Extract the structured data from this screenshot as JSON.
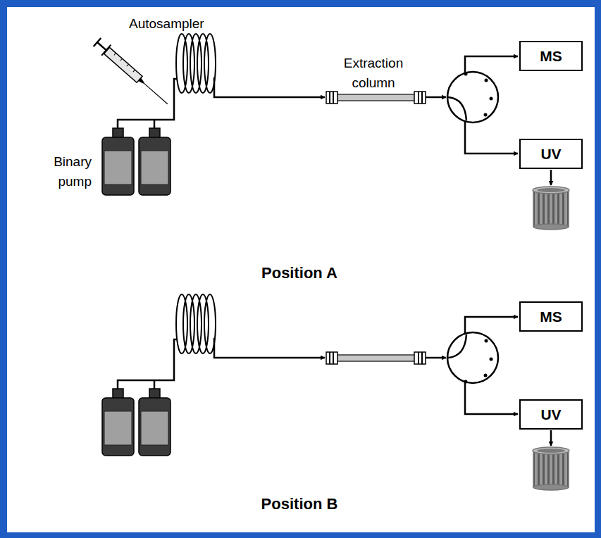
{
  "diagram": {
    "nodes": [
      {
        "text": [
          "MS"
        ]
      },
      {
        "text": [
          "UV"
        ]
      },
      {
        "text": [
          "MS"
        ]
      },
      {
        "text": [
          "UV"
        ]
      }
    ],
    "labels": [
      "Autosampler",
      "Extraction column",
      "Binary pump",
      "Position A",
      "Position B"
    ]
  }
}
